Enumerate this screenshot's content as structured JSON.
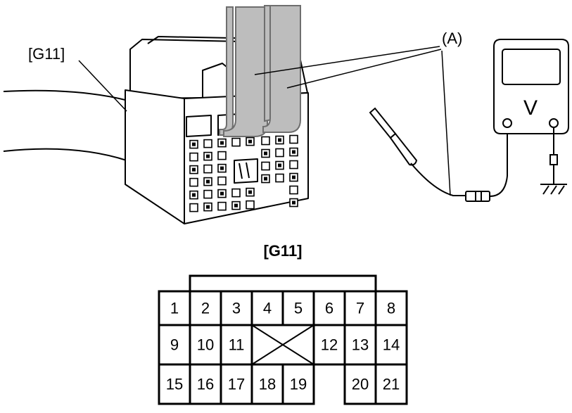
{
  "connector_label": "[G11]",
  "probe_label": "(A)",
  "meter_symbol": "V",
  "pinout": {
    "title": "[G11]",
    "row1": [
      "1",
      "2",
      "3",
      "4",
      "5",
      "6",
      "7",
      "8"
    ],
    "row2_left": [
      "9",
      "10",
      "11"
    ],
    "row2_right": [
      "12",
      "13",
      "14"
    ],
    "row3_left": [
      "15",
      "16",
      "17",
      "18",
      "19"
    ],
    "row3_right": [
      "20",
      "21"
    ]
  },
  "colors": {
    "line": "#000000",
    "probe_fill": "#bdbdbd",
    "probe_edge": "#6e6e6e"
  }
}
